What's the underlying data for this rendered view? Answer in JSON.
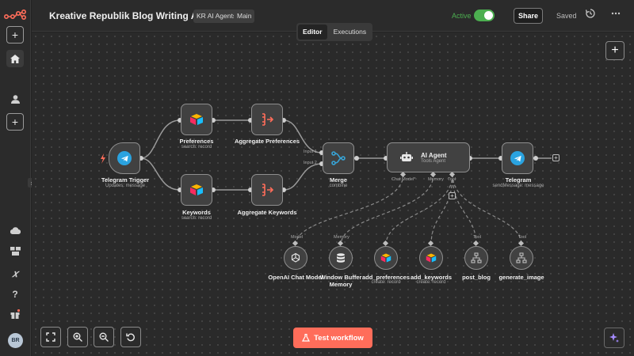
{
  "app": {
    "title": "Kreative Republik Blog Writing Agent",
    "tags": [
      "KR AI Agents",
      "Main"
    ],
    "active_label": "Active",
    "share_label": "Share",
    "saved_label": "Saved",
    "user_initials": "BR"
  },
  "tabs": [
    {
      "label": "Editor",
      "selected": true
    },
    {
      "label": "Executions",
      "selected": false
    }
  ],
  "nodes": {
    "telegram_trigger": {
      "label": "Telegram Trigger",
      "sub": "Updates: message"
    },
    "preferences": {
      "label": "Preferences",
      "sub": "search: record"
    },
    "aggregate_preferences": {
      "label": "Aggregate Preferences"
    },
    "keywords": {
      "label": "Keywords",
      "sub": "search: record"
    },
    "aggregate_keywords": {
      "label": "Aggregate Keywords"
    },
    "merge": {
      "label": "Merge",
      "sub": "combine",
      "input1": "Input 1",
      "input2": "Input 2"
    },
    "ai_agent": {
      "label": "AI Agent",
      "sub": "Tools Agent",
      "port_chat_model": "Chat Model*",
      "port_memory": "Memory",
      "port_tool": "Tool"
    },
    "telegram": {
      "label": "Telegram",
      "sub": "sendMessage: message"
    },
    "openai": {
      "label": "OpenAI Chat Model",
      "port": "Model"
    },
    "window_memory": {
      "label": "Window Buffer Memory",
      "port": "Memory"
    },
    "add_preferences": {
      "label": "add_preferences",
      "sub": "create: record"
    },
    "add_keywords": {
      "label": "add_keywords",
      "sub": "create: record"
    },
    "post_blog": {
      "label": "post_blog",
      "port": "Tool"
    },
    "generate_image": {
      "label": "generate_image",
      "port": "Tool"
    }
  },
  "controls": {
    "test_workflow": "Test workflow"
  },
  "colors": {
    "accent": "#ff6d5a",
    "active": "#4caf50",
    "telegram": "#2aa3e0",
    "aggregate": "#ff6d5a"
  }
}
